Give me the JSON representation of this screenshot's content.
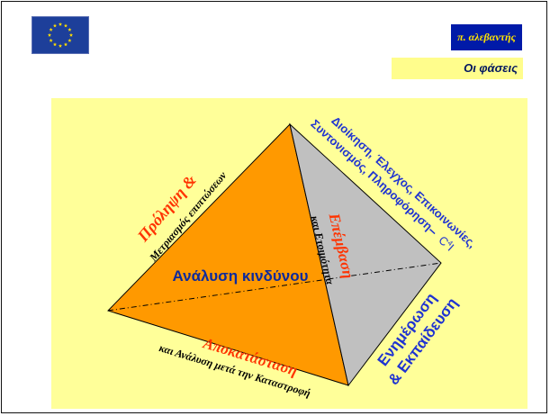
{
  "header": {
    "author": "π. αλεβαντής",
    "phase_title": "Οι φάσεις"
  },
  "diagram": {
    "center_label": "Ανάλυση κινδύνου",
    "prevention": {
      "title": "Πρόληψη &",
      "subtitle": "Μετριασμός επιπτώσεων"
    },
    "response": {
      "title": "Επέμβαση",
      "subtitle": "και Ετοιμότητα"
    },
    "recovery": {
      "title": "Αποκατάσταση",
      "subtitle": "και Ανάλυση μετά την Καταστροφή"
    },
    "c4i": {
      "line1": "Διοίκηση, Έλεγχος, Επικοινωνίες,",
      "line2": "Συντονισμός, Πληροφόρηση",
      "dash": "–",
      "tag_base": "C",
      "tag_sup": "4",
      "tag_end": "I"
    },
    "education": {
      "line1": "Ενημέρωση",
      "line2": "& Εκπαίδευση"
    }
  },
  "colors": {
    "background_panel": "#ffff99",
    "orange_face": "#ff9900",
    "grey_face": "#c0c0c0",
    "phase_red": "#ff3300",
    "c4i_blue": "#1f33d1",
    "center_blue": "#0d2a9c",
    "eu_blue": "#1d3f9a",
    "eu_star": "#ffdd00"
  }
}
